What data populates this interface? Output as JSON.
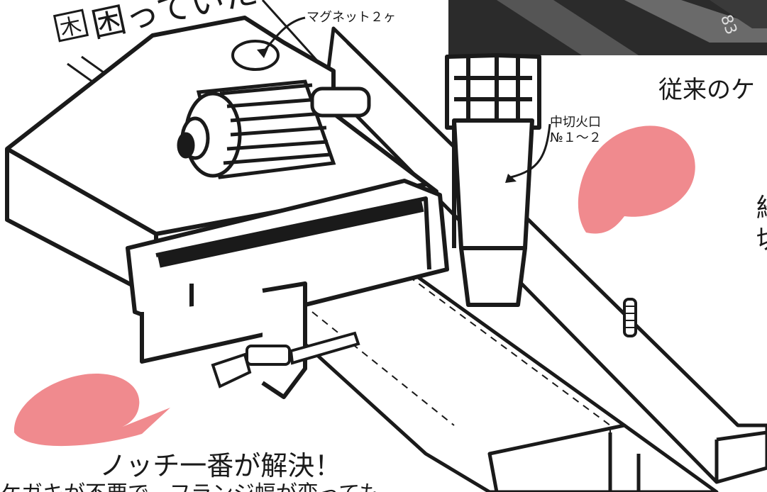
{
  "title_partial": "困っていた",
  "labels": {
    "magnet": "マグネット２ヶ",
    "torch_line1": "中切火口",
    "torch_line2": "№１～２",
    "headline_right": "従来のケ",
    "right_frag1": "経",
    "right_frag2": "切",
    "solution": "ノッチ一番が解決！",
    "bottom_text": "ケガキが不要で、フランジ幅が変っても"
  },
  "colors": {
    "bubble": "#f08a8e",
    "ink": "#1a1a1a",
    "photo_dark": "#2b2b2b"
  }
}
